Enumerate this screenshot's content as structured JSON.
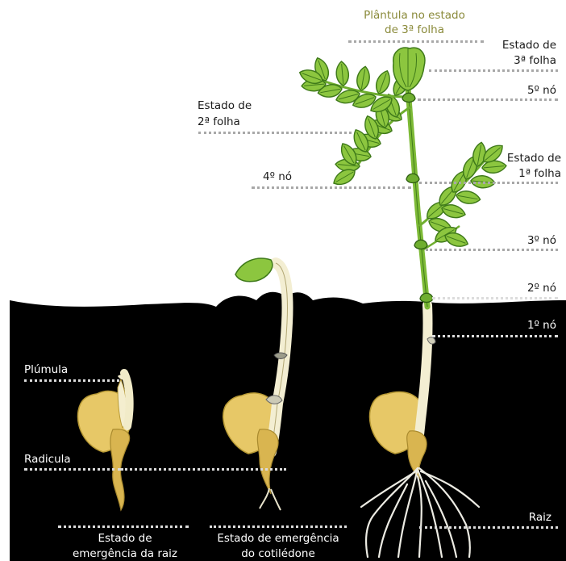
{
  "title": {
    "line1": "Plântula no estado",
    "line2": "de 3ª folha"
  },
  "labels": {
    "estado3_1": "Estado de",
    "estado3_2": "3ª folha",
    "no5": "5º nó",
    "estado2_1": "Estado de",
    "estado2_2": "2ª folha",
    "estado1_1": "Estado de",
    "estado1_2": "1ª folha",
    "no4": "4º nó",
    "no3": "3º nó",
    "no2": "2º nó",
    "no1": "1º nó",
    "plumula": "Plúmula",
    "radicula": "Radicula",
    "raiz": "Raiz",
    "emerg_raiz_1": "Estado de",
    "emerg_raiz_2": "emergência da raiz",
    "emerg_cot_1": "Estado de emergência",
    "emerg_cot_2": "do cotilédone"
  },
  "colors": {
    "soil": "#000000",
    "leaf": "#8cc63f",
    "leaf_dark": "#3f7a1a",
    "seed": "#e7c867",
    "root": "#f1ebc8",
    "title_text": "#8a8a3a"
  }
}
